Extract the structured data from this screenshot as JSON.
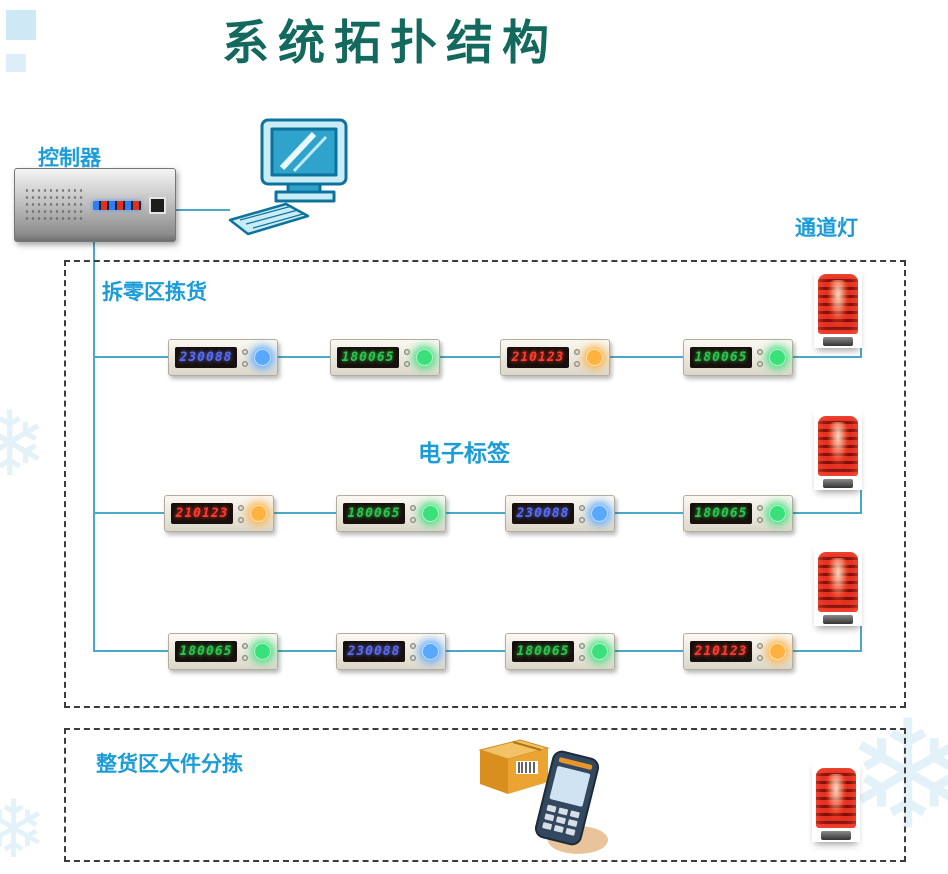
{
  "title": "系统拓扑结构",
  "labels": {
    "controller": "控制器",
    "channel_light": "通道灯",
    "picking_zone": "拆零区拣货",
    "electronic_tag": "电子标签",
    "bulk_zone": "整货区大件分拣"
  },
  "colors": {
    "title_text": "#14695e",
    "label_text": "#1b9cd8",
    "connection_line": "#4aa9c9",
    "tower_light_red": "#d42a1e"
  },
  "tower_lights": {
    "count": 4
  },
  "tag_rows": [
    {
      "tags": [
        {
          "display": "230088",
          "digit_color": "#5a6cf0",
          "led_color": "#58a8ff"
        },
        {
          "display": "180065",
          "digit_color": "#2ec44e",
          "led_color": "#3ae07a"
        },
        {
          "display": "210123",
          "digit_color": "#ff3b30",
          "led_color": "#ffb23e"
        },
        {
          "display": "180065",
          "digit_color": "#2ec44e",
          "led_color": "#3ae07a"
        }
      ]
    },
    {
      "tags": [
        {
          "display": "210123",
          "digit_color": "#ff3b30",
          "led_color": "#ffb23e"
        },
        {
          "display": "180065",
          "digit_color": "#2ec44e",
          "led_color": "#3ae07a"
        },
        {
          "display": "230088",
          "digit_color": "#5a6cf0",
          "led_color": "#58a8ff"
        },
        {
          "display": "180065",
          "digit_color": "#2ec44e",
          "led_color": "#3ae07a"
        }
      ]
    },
    {
      "tags": [
        {
          "display": "180065",
          "digit_color": "#2ec44e",
          "led_color": "#3ae07a"
        },
        {
          "display": "230088",
          "digit_color": "#5a6cf0",
          "led_color": "#58a8ff"
        },
        {
          "display": "180065",
          "digit_color": "#2ec44e",
          "led_color": "#3ae07a"
        },
        {
          "display": "210123",
          "digit_color": "#ff3b30",
          "led_color": "#ffb23e"
        }
      ]
    }
  ]
}
